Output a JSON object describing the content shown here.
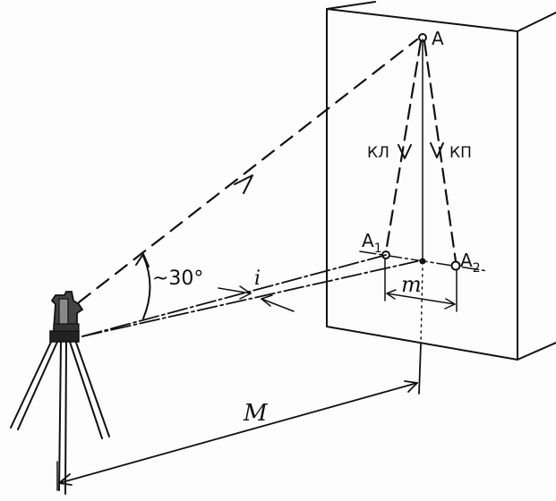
{
  "labels": {
    "point_a": "A",
    "kl": "КЛ",
    "kp": "КП",
    "a1_base": "A",
    "a1_sub": "1",
    "a2_base": "A",
    "a2_sub": "2",
    "m_small": "m",
    "m_big": "M",
    "angle": "~30°",
    "i": "i"
  }
}
